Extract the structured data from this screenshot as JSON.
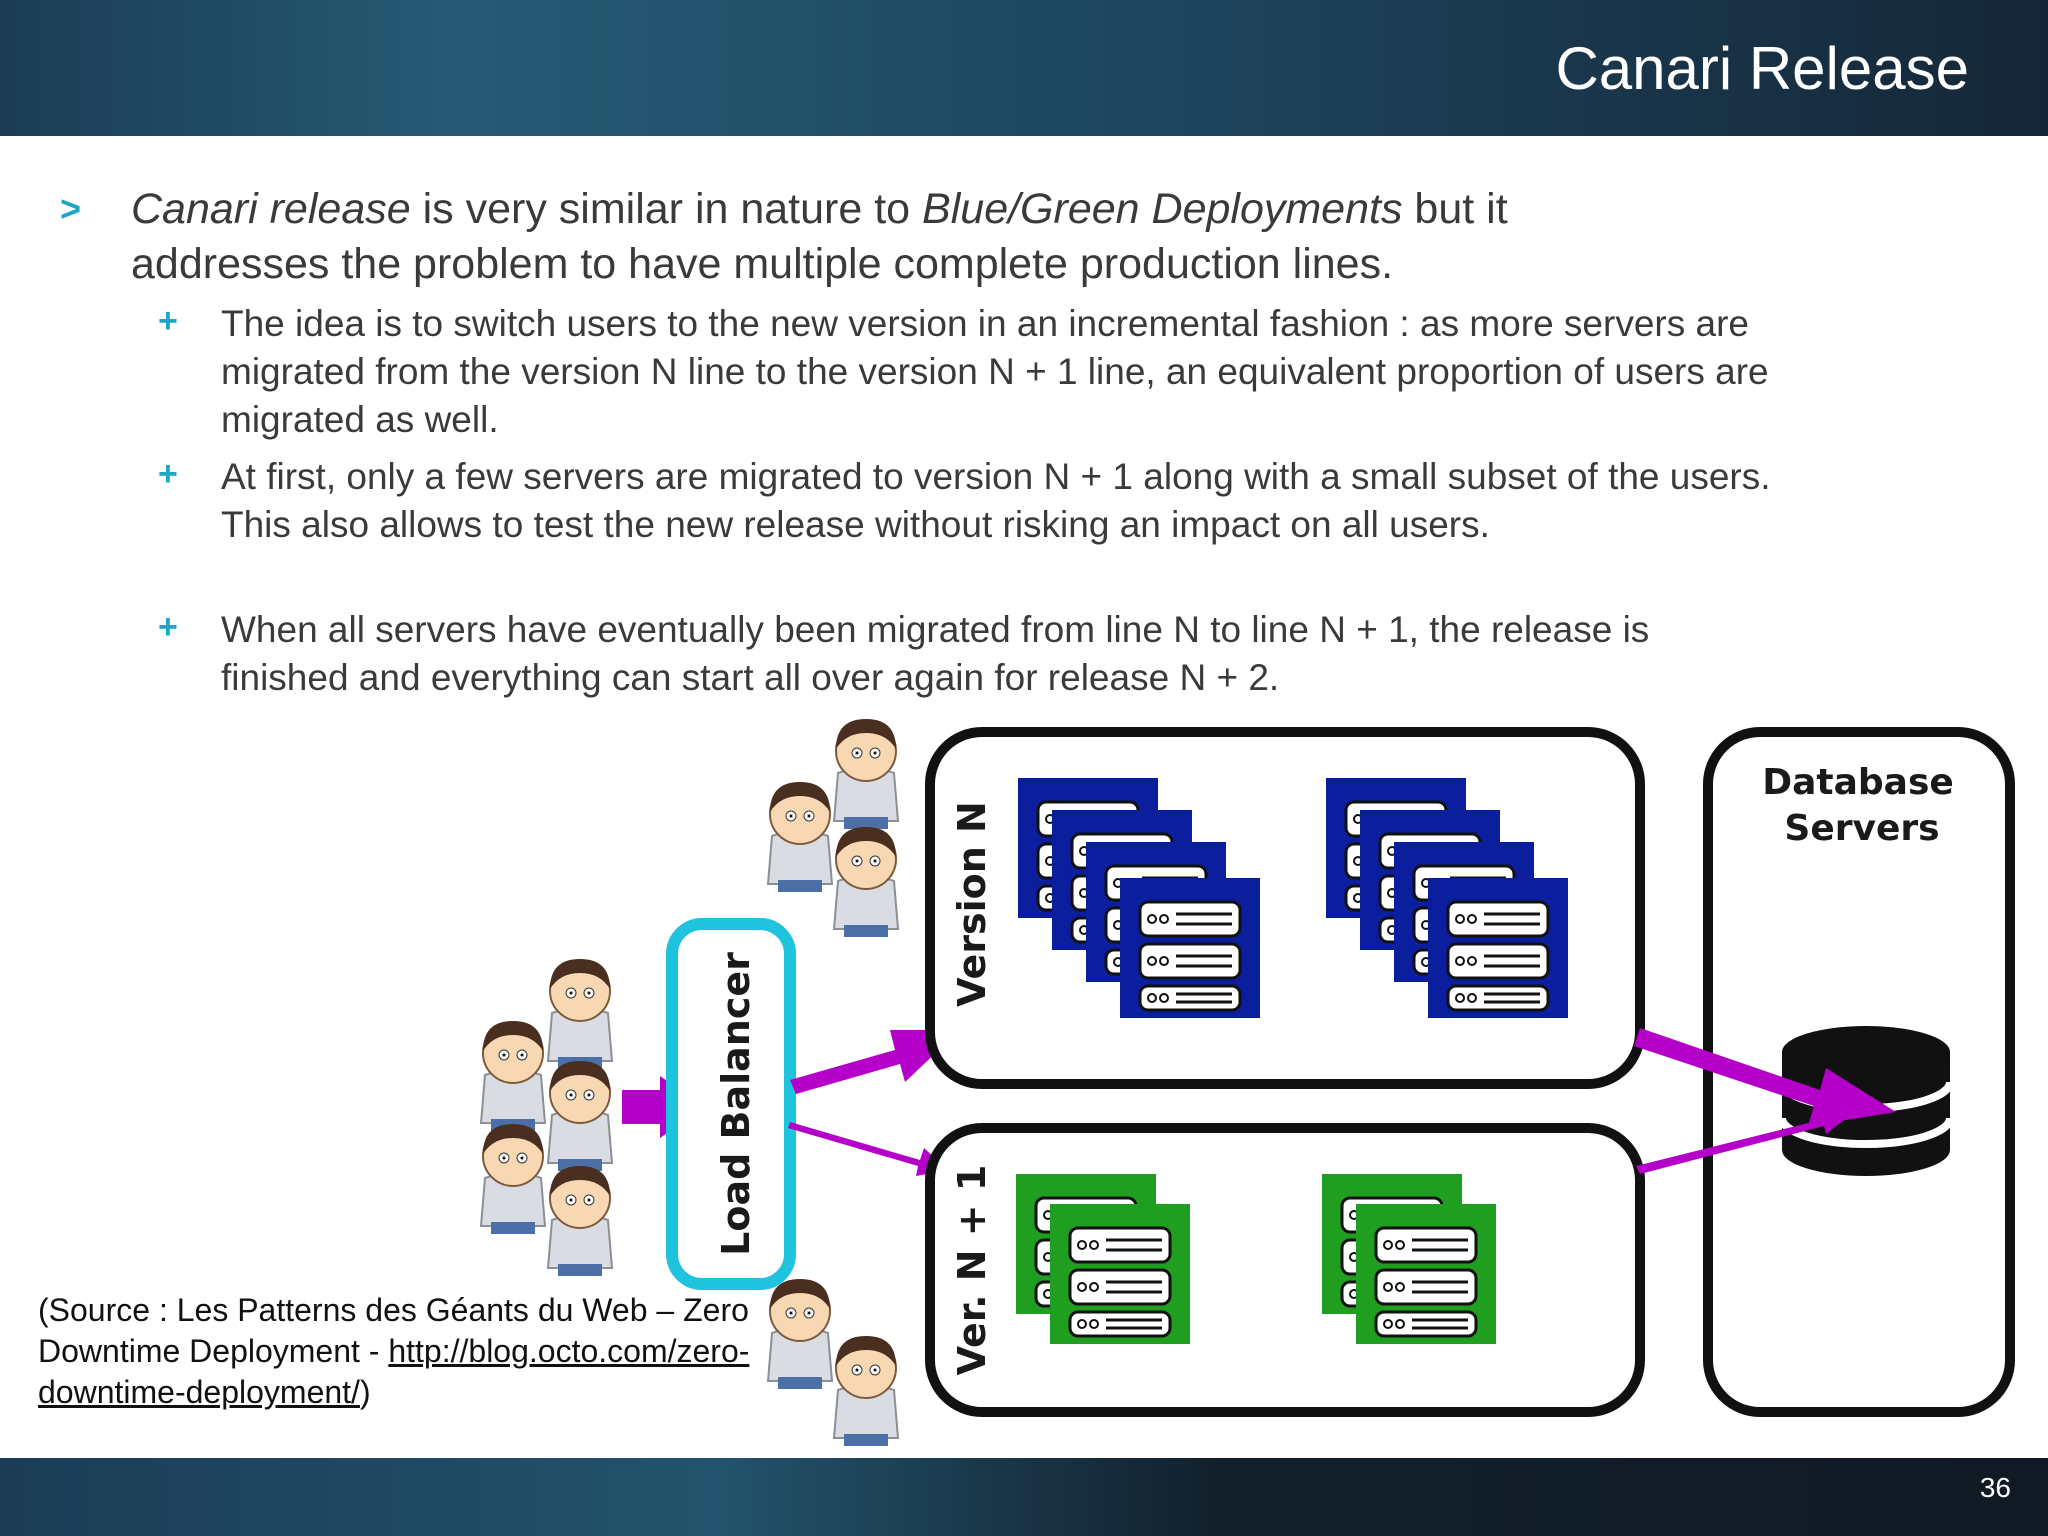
{
  "slide": {
    "title": "Canari Release",
    "page_number": "36"
  },
  "bullets": {
    "main": {
      "marker": ">",
      "term1": "Canari release",
      "text1": " is very similar in nature to ",
      "term2": "Blue/Green Deployments",
      "text2": " but it addresses the problem to have multiple complete production lines."
    },
    "sub_marker": "+",
    "sub": [
      "The idea is to switch users to the new version in an incremental fashion : as more servers are migrated from the version N line to the version N + 1 line, an equivalent proportion of users are migrated as well.",
      "At first, only a few servers are migrated to version N + 1 along with a small subset of the users. This also allows to test the new release without risking an impact on all users.",
      "When all servers have eventually been migrated from line N to line N + 1, the release is finished and everything can start all over again for release N + 2."
    ]
  },
  "diagram": {
    "load_balancer_label": "Load Balancer",
    "version_n_label": "Version N",
    "version_n1_label": "Ver. N + 1",
    "database_label_line1": "Database",
    "database_label_line2": "Servers",
    "colors": {
      "load_balancer": "#1fc3dd",
      "arrow": "#b400c8",
      "version_n_servers": "#0b1f9e",
      "version_n1_servers": "#1f9e1f",
      "container_border": "#111111"
    }
  },
  "source": {
    "open": "(Source : Les Patterns des Géants du Web – Zero Downtime Deployment - ",
    "link": "http://blog.octo.com/zero-downtime-deployment/",
    "close": ")"
  }
}
